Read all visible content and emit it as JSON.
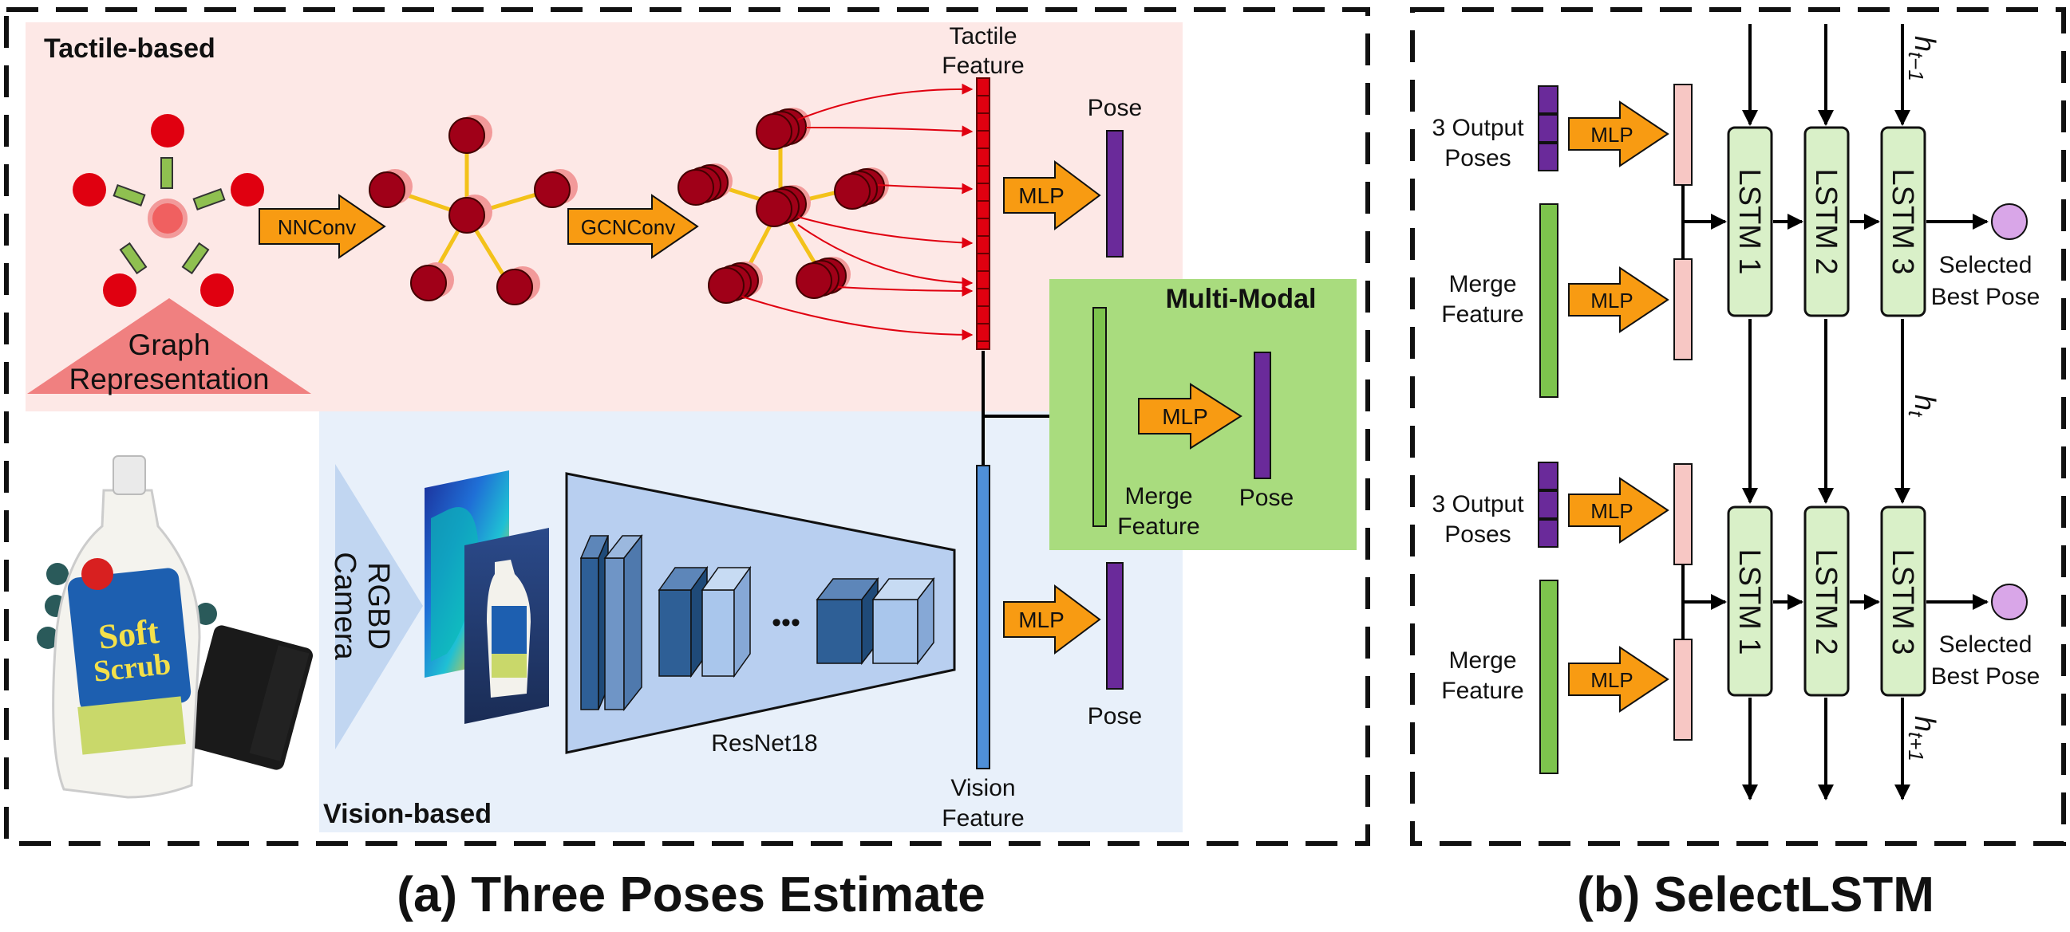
{
  "panel_a": {
    "caption": "(a) Three Poses Estimate",
    "tactile": {
      "title": "Tactile-based",
      "graph_label_1": "Graph",
      "graph_label_2": "Representation",
      "nnconv": "NNConv",
      "gcnconv": "GCNConv",
      "feature_label_1": "Tactile",
      "feature_label_2": "Feature",
      "mlp": "MLP",
      "pose": "Pose"
    },
    "vision": {
      "title": "Vision-based",
      "camera_label_1": "RGBD",
      "camera_label_2": "Camera",
      "backbone": "ResNet18",
      "dots": "•••",
      "feature_label_1": "Vision",
      "feature_label_2": "Feature",
      "mlp": "MLP",
      "pose": "Pose"
    },
    "multimodal": {
      "title": "Multi-Modal",
      "mlp": "MLP",
      "merge_1": "Merge",
      "merge_2": "Feature",
      "pose": "Pose"
    }
  },
  "panel_b": {
    "caption": "(b) SelectLSTM",
    "rows": [
      {
        "poses_1": "3 Output",
        "poses_2": "Poses",
        "merge_1": "Merge",
        "merge_2": "Feature",
        "mlp_top": "MLP",
        "mlp_bottom": "MLP",
        "lstm": [
          "LSTM 1",
          "LSTM 2",
          "LSTM 3"
        ],
        "out_1": "Selected",
        "out_2": "Best Pose"
      },
      {
        "poses_1": "3 Output",
        "poses_2": "Poses",
        "merge_1": "Merge",
        "merge_2": "Feature",
        "mlp_top": "MLP",
        "mlp_bottom": "MLP",
        "lstm": [
          "LSTM 1",
          "LSTM 2",
          "LSTM 3"
        ],
        "out_1": "Selected",
        "out_2": "Best Pose"
      }
    ],
    "h_prev": "h",
    "h_prev_sub": "t−1",
    "h_cur": "h",
    "h_cur_sub": "t",
    "h_next": "h",
    "h_next_sub": "t+1"
  },
  "colors": {
    "tactile_bg": "#fde8e6",
    "vision_bg": "#e8f0fa",
    "multimodal_bg": "#a9dc7e",
    "mlp_arrow": "#f89b12",
    "pose_bar": "#6a2a9a",
    "merge_bar": "#7dc44d",
    "lstm_fill": "#d9f0c8",
    "node_red": "#e00010",
    "dark_red": "#a00018",
    "vision_feature": "#4f8fd8",
    "output_node": "#d9a6e8"
  }
}
